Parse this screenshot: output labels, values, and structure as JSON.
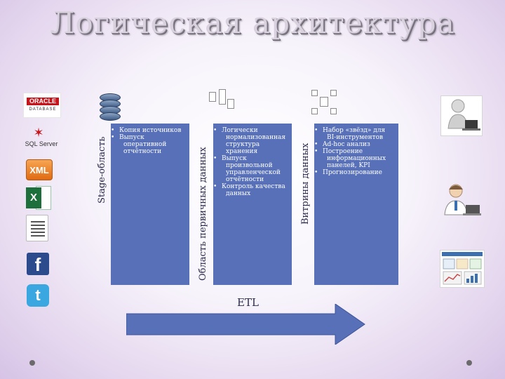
{
  "title": "Логическая архитектура",
  "sources": {
    "oracle_word": "ORACLE",
    "oracle_sub": "DATABASE",
    "sqlserver": "SQL Server",
    "xml": "XML",
    "excel": "X",
    "facebook": "f",
    "twitter": "t"
  },
  "columns": {
    "stage": {
      "label": "Stage-область",
      "items": [
        "Копия источников",
        "Выпуск оперативной отчётности"
      ]
    },
    "primary": {
      "label": "Область первичных данных",
      "items": [
        "Логически нормализованная структура хранения",
        "Выпуск произвольной управленческой отчётности",
        "Контроль качества данных"
      ]
    },
    "marts": {
      "label": "Витрины данных",
      "items": [
        "Набор «звёзд» для BI-инструментов",
        "Ad-hoc анализ",
        "Построение информационных панелей, KPI",
        "Прогнозирование"
      ]
    }
  },
  "etl": "ETL",
  "colors": {
    "column_fill": "#5770b8",
    "arrow_fill": "#5770b8",
    "title_text": "#d9d2de"
  }
}
